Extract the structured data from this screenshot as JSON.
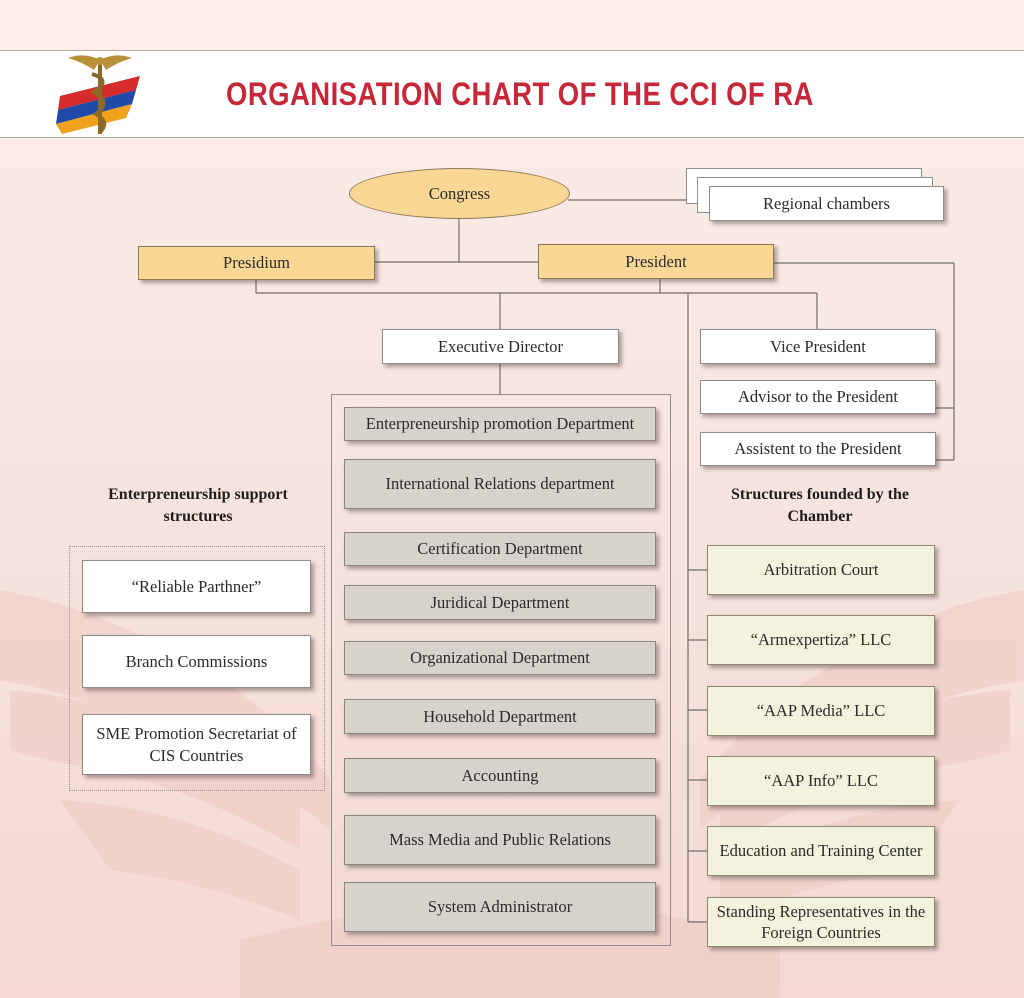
{
  "title": "ORGANISATION CHART OF THE CCI OF RA",
  "logo_icon": "caduceus-wings-armenian-flag-logo",
  "colors": {
    "title_red": "#c6283a",
    "yellow_box": "#fbd796",
    "gray_box": "#d7d3cc",
    "cream_box": "#f3f2dd"
  },
  "top": {
    "congress": "Congress",
    "regional_chambers": "Regional chambers",
    "presidium": "Presidium",
    "president": "President"
  },
  "executive": {
    "director": "Executive Director",
    "departments": [
      "Enterpreneurship promotion Department",
      "International Relations department",
      "Certification Department",
      "Juridical Department",
      "Organizational Department",
      "Household Department",
      "Accounting",
      "Mass Media and Public Relations",
      "System Administrator"
    ]
  },
  "president_office": [
    "Vice President",
    "Advisor to the President",
    "Assistent to the President"
  ],
  "support": {
    "heading": "Enterpreneurship support structures",
    "items": [
      "“Reliable Parthner”",
      "Branch Commissions",
      "SME Promotion Secretariat of CIS Countries"
    ]
  },
  "founded": {
    "heading": "Structures founded by the Chamber",
    "items": [
      "Arbitration Court",
      "“Armexpertiza” LLC",
      "“AAP Media” LLC",
      "“AAP Info” LLC",
      "Education and Training Center",
      "Standing Representatives in the Foreign Countries"
    ]
  }
}
